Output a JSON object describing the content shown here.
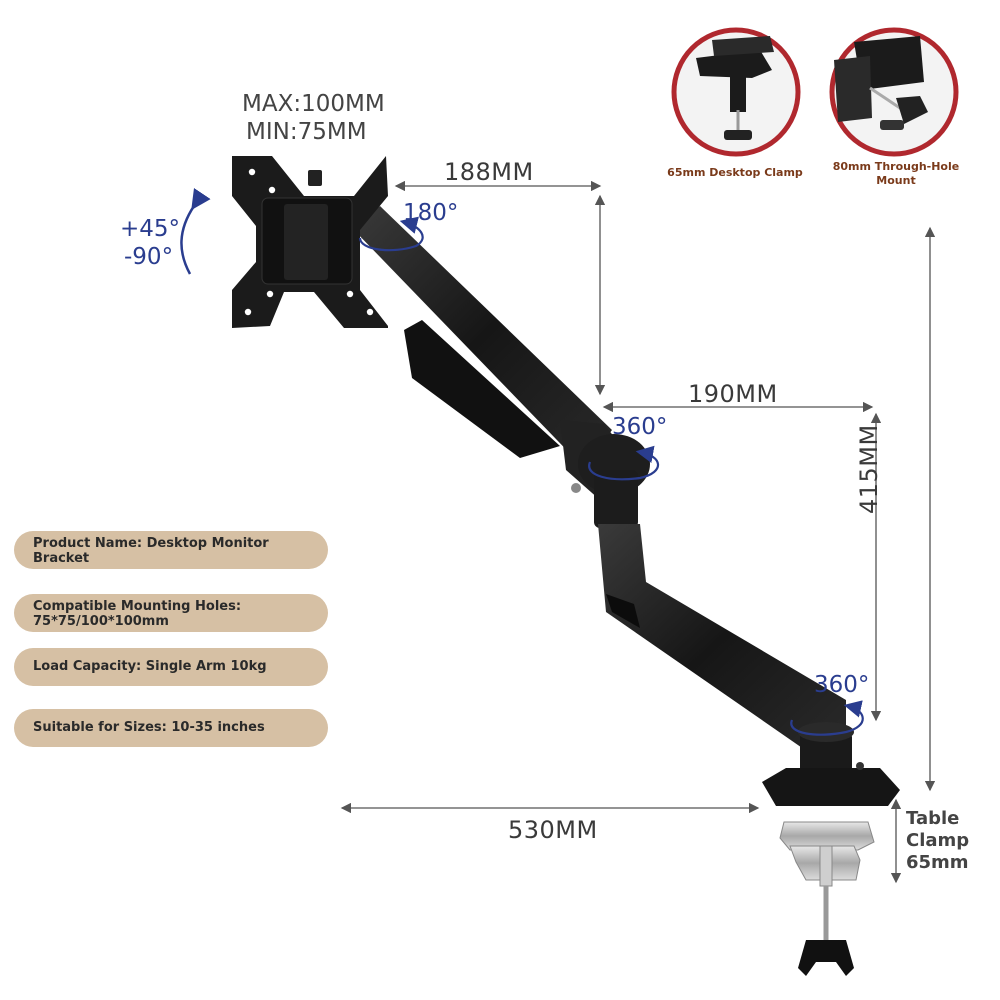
{
  "vesa": {
    "max": "MAX:100MM",
    "min": "MIN:75MM"
  },
  "tilt": {
    "up": "+45°",
    "down": "-90°"
  },
  "rotations": {
    "head": "180°",
    "elbow": "360°",
    "base": "360°"
  },
  "dimensions": {
    "upper_arm": "188MM",
    "lower_arm": "190MM",
    "height": "415MM",
    "total_reach": "530MM"
  },
  "insets": [
    {
      "caption": "65mm Desktop Clamp"
    },
    {
      "caption": "80mm Through-Hole Mount"
    }
  ],
  "clamp_label": [
    "Table",
    "Clamp",
    "65mm"
  ],
  "specs": [
    {
      "line1": "Product Name: Desktop Monitor",
      "line2": "Bracket"
    },
    {
      "line1": "Compatible Mounting Holes:",
      "line2": "75*75/100*100mm"
    },
    {
      "line1": "Load Capacity: Single Arm 10kg"
    },
    {
      "line1": "Suitable for Sizes: 10-35 inches"
    }
  ],
  "colors": {
    "pill_bg": "#d6c0a4",
    "accent_blue": "#2a3d8f",
    "inset_ring": "#b0282e",
    "arm": "#1c1c1c"
  }
}
